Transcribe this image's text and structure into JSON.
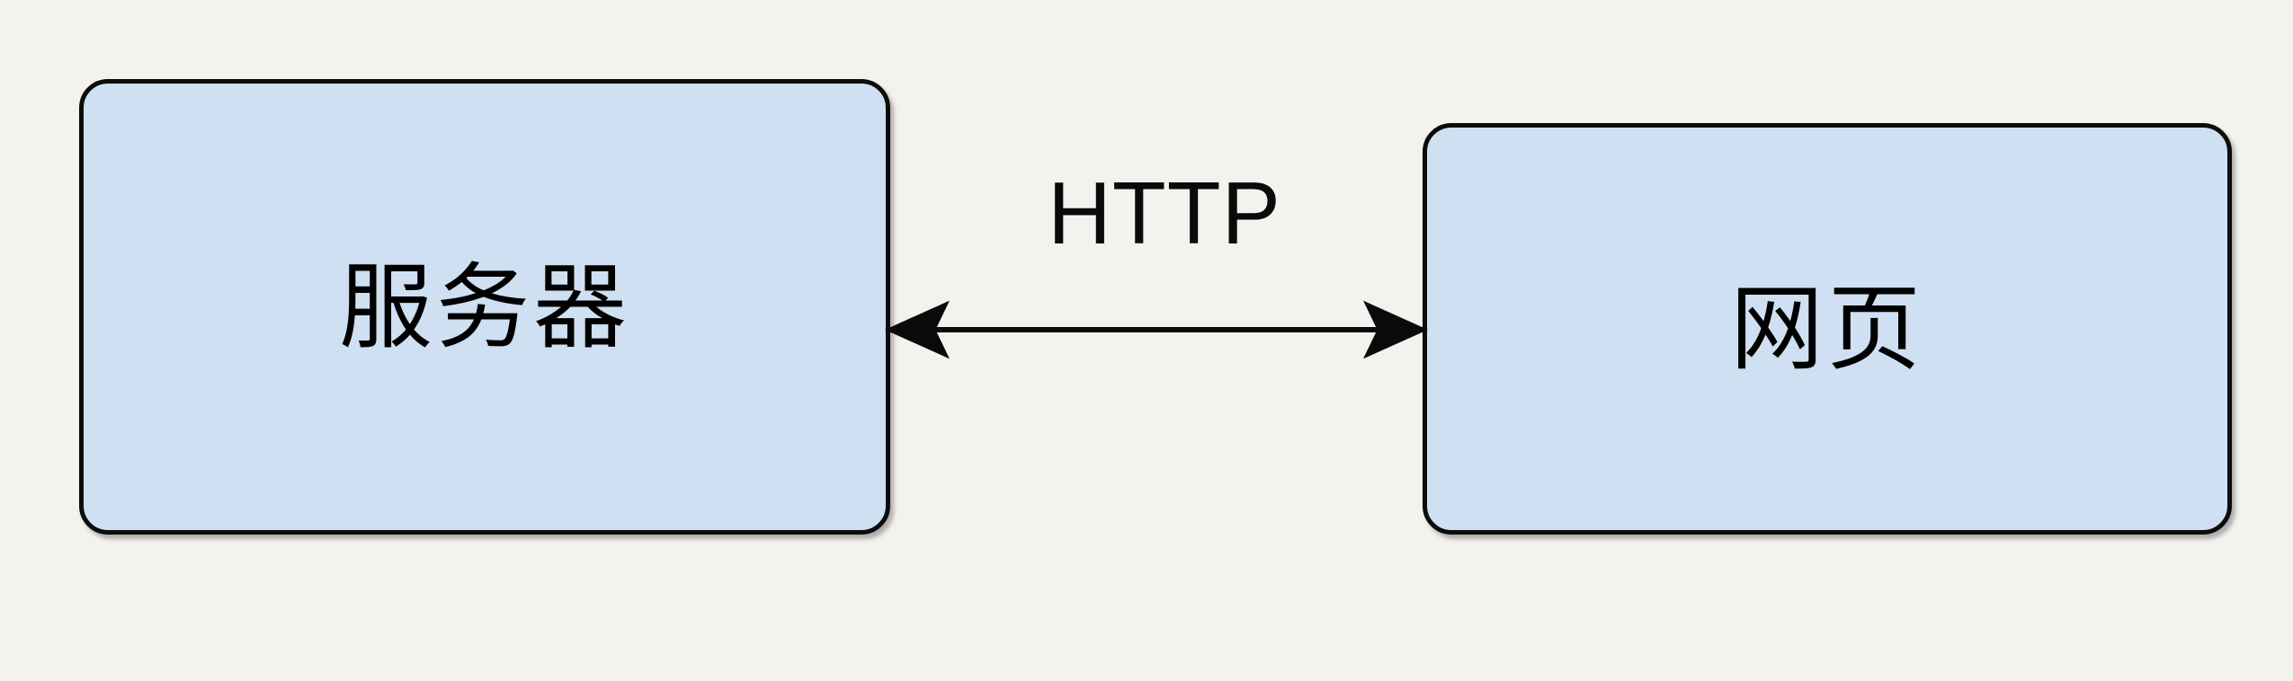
{
  "diagram": {
    "title": "HTTP communication between server and web page",
    "background_color": "#f4f2ee",
    "nodes": [
      {
        "id": "server",
        "label": "服务器",
        "shape": "rounded-rectangle",
        "fill_color": "#cee0f2",
        "stroke_color": "#0c0c0c",
        "text_color": "#000000"
      },
      {
        "id": "webpage",
        "label": "网页",
        "shape": "rounded-rectangle",
        "fill_color": "#cee0f2",
        "stroke_color": "#0c0c0c",
        "text_color": "#000000"
      }
    ],
    "edges": [
      {
        "id": "server-webpage",
        "label": "HTTP",
        "from": "server",
        "to": "webpage",
        "direction": "bidirectional",
        "stroke_color": "#0a0a0a",
        "text_color": "#0a0a0a"
      }
    ]
  }
}
